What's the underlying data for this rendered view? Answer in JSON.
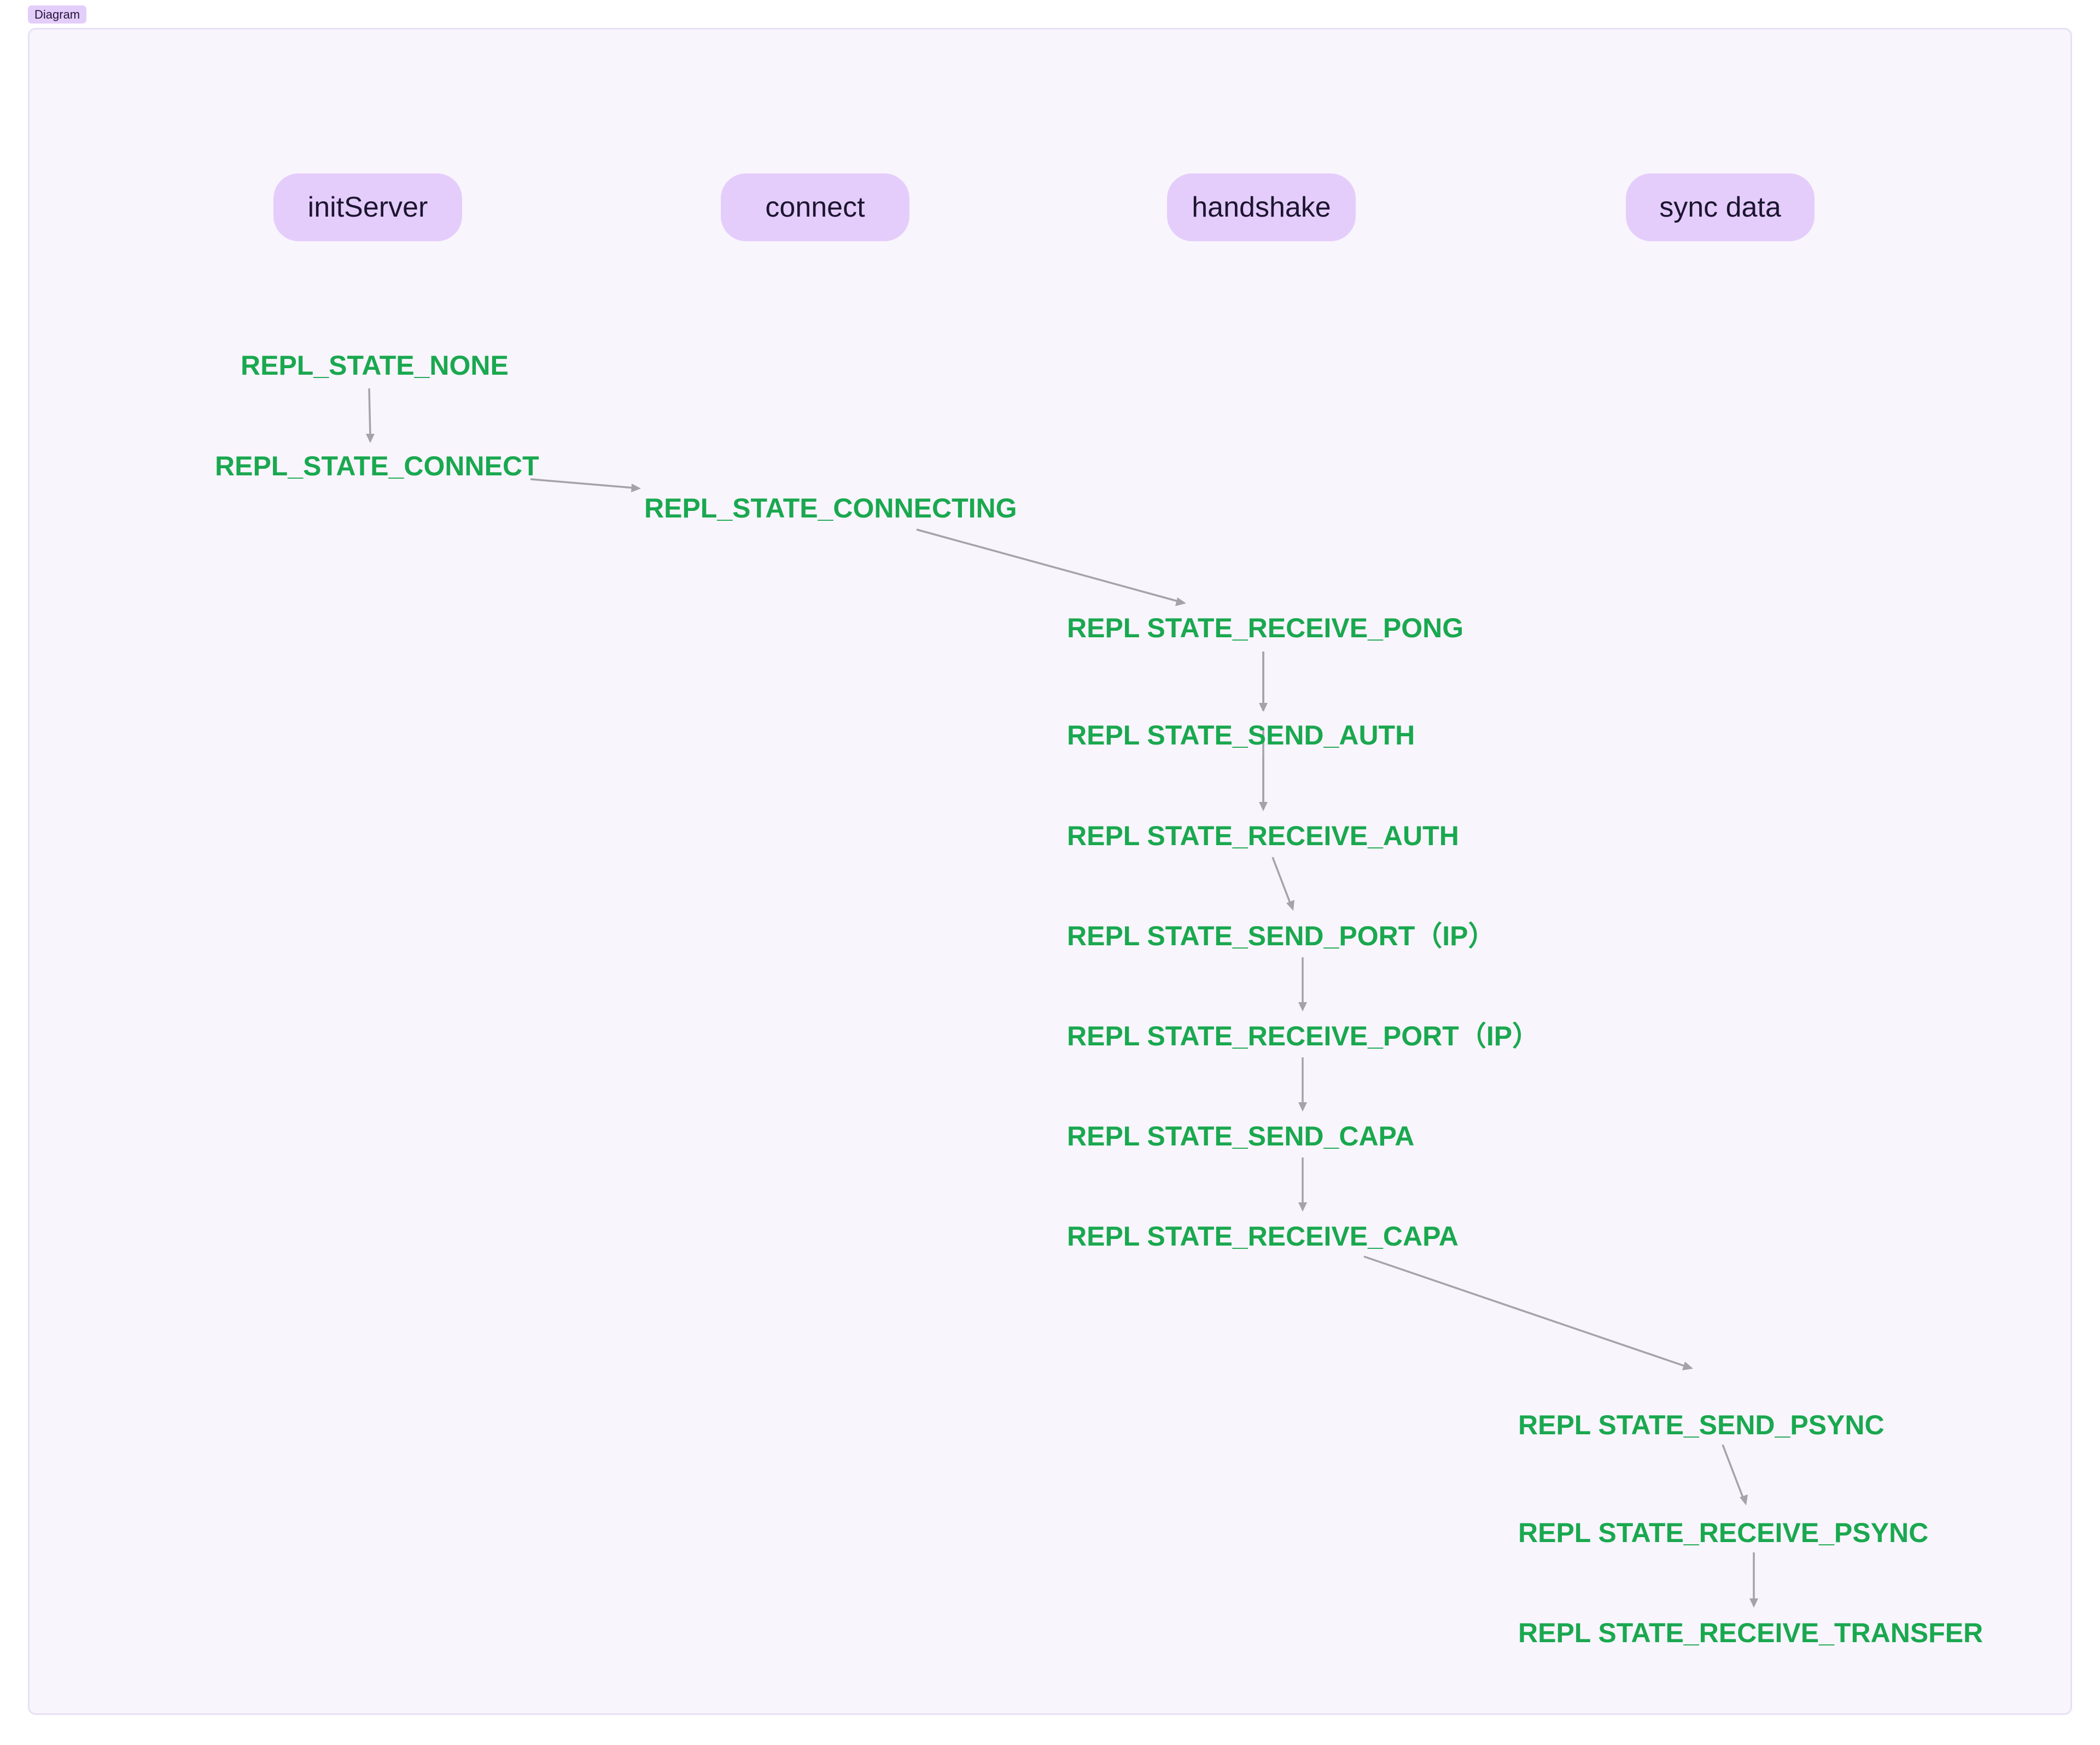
{
  "badge": "Diagram",
  "phases": [
    "initServer",
    "connect",
    "handshake",
    "sync data"
  ],
  "states": [
    "REPL_STATE_NONE",
    "REPL_STATE_CONNECT",
    "REPL_STATE_CONNECTING",
    "REPL STATE_RECEIVE_PONG",
    "REPL STATE_SEND_AUTH",
    "REPL STATE_RECEIVE_AUTH",
    "REPL STATE_SEND_PORT（IP）",
    "REPL STATE_RECEIVE_PORT（IP）",
    "REPL STATE_SEND_CAPA",
    "REPL STATE_RECEIVE_CAPA",
    "REPL STATE_SEND_PSYNC",
    "REPL STATE_RECEIVE_PSYNC",
    "REPL STATE_RECEIVE_TRANSFER"
  ],
  "colors": {
    "state_text": "#1aa84f",
    "phase_fill": "#e5cdfb",
    "arrow": "#a4a4a8",
    "frame_fill": "#f8f5fd"
  }
}
